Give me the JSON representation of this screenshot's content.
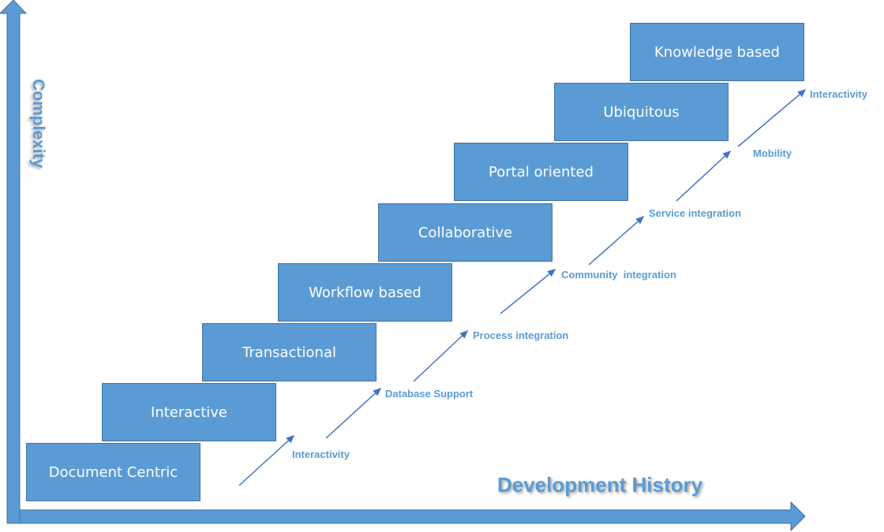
{
  "axes": {
    "y_title": "Complexity",
    "x_title": "Development History"
  },
  "stages": [
    "Document Centric",
    "Interactive",
    "Transactional",
    "Workflow based",
    "Collaborative",
    "Portal oriented",
    "Ubiquitous",
    "Knowledge based"
  ],
  "transitions": [
    "Interactivity",
    "Database Support",
    "Process integration",
    "Community  integration",
    "Service integration",
    "Mobility",
    "Interactivity"
  ],
  "colors": {
    "box_fill": "#5b9bd5",
    "box_border": "#41719c",
    "arrow": "#4472c4",
    "label": "#5b9bd5"
  }
}
